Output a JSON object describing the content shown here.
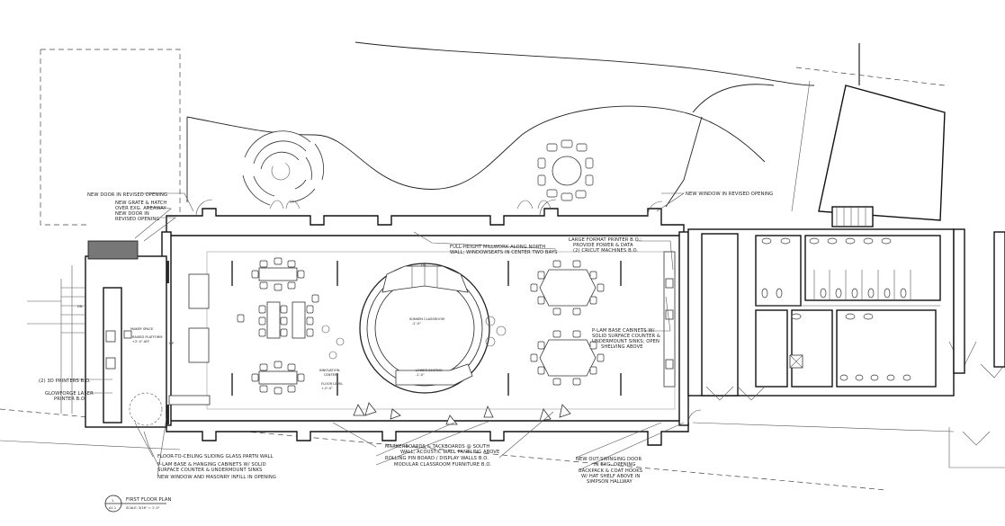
{
  "annotations": {
    "new_door_revised_opening": "NEW DOOR IN REVISED OPENING",
    "new_grate": "NEW GRATE & HATCH",
    "new_grate_2": "OVER EXG. AREAWAY",
    "new_door_in": "NEW DOOR IN",
    "new_door_in_2": "REVISED OPENING",
    "new_window_revised": "NEW WINDOW IN REVISED OPENING",
    "millwork_1": "FULL-HEIGHT MILLWORK ALONG NORTH",
    "millwork_2": "WALL; WINDOWSEATS IN CENTER TWO BAYS",
    "large_format_1": "LARGE FORMAT PRINTER B.O.;",
    "large_format_2": "PROVIDE POWER & DATA",
    "large_format_3": "(2) CRICUT MACHINES B.O.",
    "plam_base_1": "P-LAM BASE CABINETS W/",
    "plam_base_2": "SOLID SURFACE COUNTER &",
    "plam_base_3": "UNDERMOUNT SINKS; OPEN",
    "plam_base_4": "SHELVING ABOVE",
    "printers_3d": "(2) 3D PRINTERS B.O.",
    "glowforge_1": "GLOWFORGE LASER",
    "glowforge_2": "PRINTER B.O.",
    "maker_space": "MAKER SPACE",
    "raised_platform": "RAISED PLATFORM",
    "raised_platform_2": "+2'-0\" AFF",
    "sunken_classroom": "SUNKEN CLASSROOM",
    "sunken_classroom_2": "-2'-0\"",
    "lower_seating": "LOWER SEATING",
    "lower_seating_2": "-1'-0\"",
    "innovation_center": "INNOVATION",
    "innovation_center_2": "CENTER",
    "floor_level": "FLOOR LEVEL",
    "floor_level_2": "+-0'-0\"",
    "dn": "DN",
    "up": "UP",
    "floor_glass_wall": "FLOOR-TO-CEILING SLIDING GLASS PARTN WALL",
    "plam_hanging_1": "P-LAM BASE & HANGING CABINETS W/ SOLID",
    "plam_hanging_2": "SURFACE COUNTER & UNDERMOUNT SINKS",
    "new_window_masonry": "NEW WINDOW AND MASONRY INFILL IN OPENING",
    "markerboards_1": "MARKERBOARDS & TACKBOARDS @ SOUTH",
    "markerboards_2": "WALL; ACOUSTIC WALL PANELING ABOVE",
    "rolling_pin": "ROLLING PIN BOARD / DISPLAY WALLS B.O.",
    "modular_furniture": "MODULAR CLASSROOM FURNITURE B.O.",
    "out_swinging_1": "NEW OUT-SWINGING DOOR",
    "out_swinging_2": "IN EXG. OPENING",
    "backpack_1": "BACKPACK & COAT HOOKS",
    "backpack_2": "W/ HAT SHELF ABOVE IN",
    "backpack_3": "SIMPSON HALLWAY"
  },
  "title_block": {
    "number": "1",
    "sheet": "A1.1",
    "title": "FIRST FLOOR PLAN",
    "scale": "SCALE: 3/16\" = 1'-0\""
  }
}
